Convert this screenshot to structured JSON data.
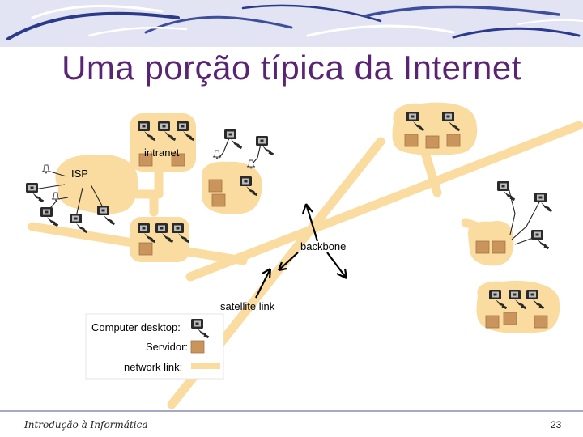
{
  "slide": {
    "title": "Uma porção típica da Internet",
    "footer": "Introdução à Informática",
    "page_number": "23"
  },
  "labels": {
    "intranet": "intranet",
    "isp": "ISP",
    "backbone": "backbone",
    "satellite": "satellite link"
  },
  "legend": {
    "desktop": "Computer desktop:",
    "server": "Servidor:",
    "link": "network link:"
  },
  "colors": {
    "title": "#5a2474",
    "cloud": "#fbdca0",
    "server": "#c9955c",
    "banner": "#e2e4f4"
  }
}
